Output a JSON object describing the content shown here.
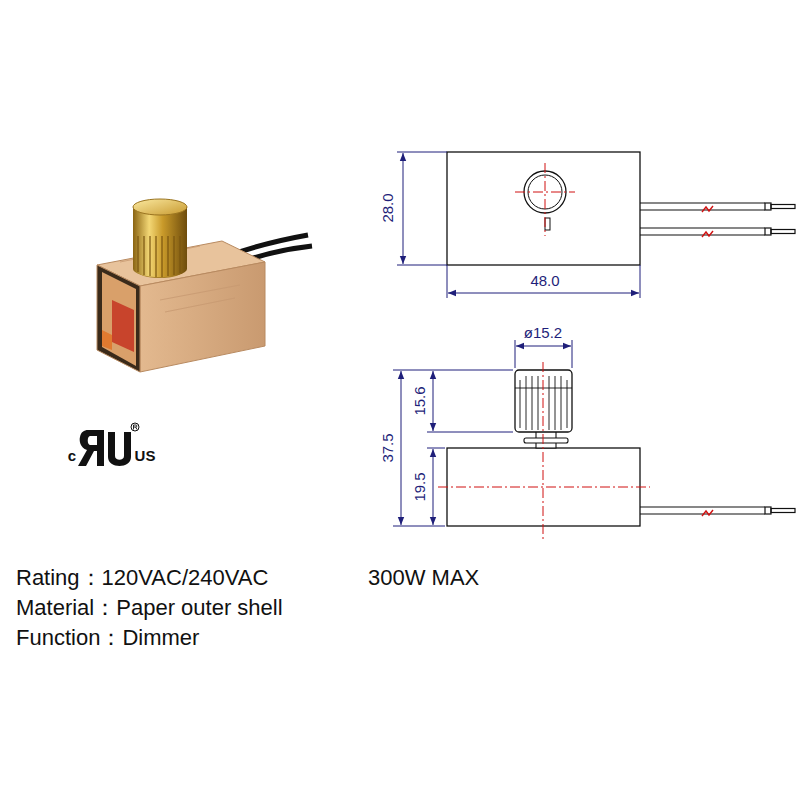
{
  "diagram": {
    "labels": [
      "28.0",
      "48.0",
      "ø15.2",
      "15.6",
      "37.5",
      "19.5",
      "c",
      "US",
      "Rating：120VAC/240VAC",
      "300W MAX",
      "Material：Paper outer shell",
      "Function：Dimmer"
    ]
  }
}
